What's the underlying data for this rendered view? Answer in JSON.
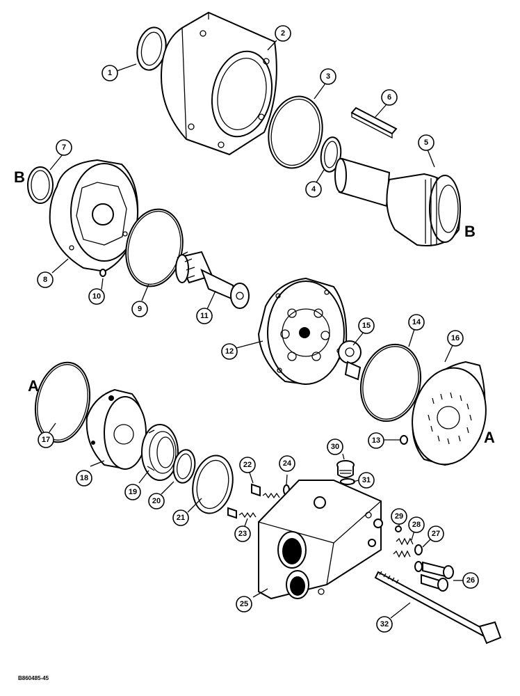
{
  "diagram": {
    "reference": "B860485-45",
    "section_letters": {
      "a_left": "A",
      "a_right": "A",
      "b_left": "B",
      "b_right": "B"
    },
    "callouts": [
      "1",
      "2",
      "3",
      "4",
      "5",
      "6",
      "7",
      "8",
      "9",
      "10",
      "11",
      "12",
      "13",
      "14",
      "15",
      "16",
      "17",
      "18",
      "19",
      "20",
      "21",
      "22",
      "23",
      "24",
      "25",
      "26",
      "27",
      "28",
      "29",
      "30",
      "31",
      "32"
    ]
  }
}
